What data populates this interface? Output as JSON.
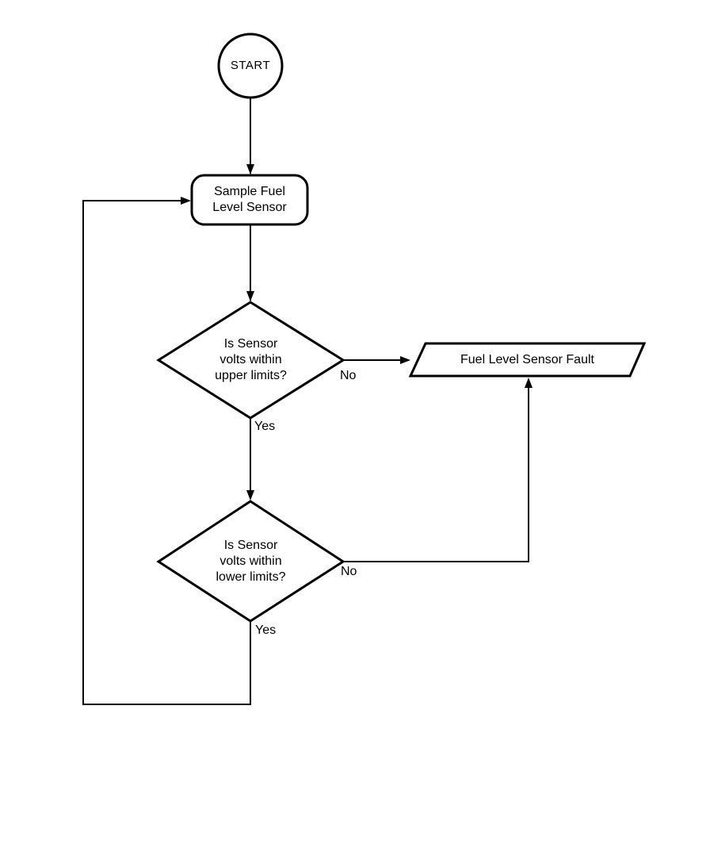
{
  "diagram": {
    "type": "flowchart",
    "background_color": "#ffffff",
    "stroke_color": "#000000",
    "nodes": {
      "start": {
        "shape": "circle-terminator",
        "label": "START"
      },
      "sample": {
        "shape": "rounded-process",
        "lines": [
          "Sample Fuel",
          "Level Sensor"
        ]
      },
      "upper_check": {
        "shape": "decision-diamond",
        "lines": [
          "Is Sensor",
          "volts within",
          "upper limits?"
        ]
      },
      "lower_check": {
        "shape": "decision-diamond",
        "lines": [
          "Is Sensor",
          "volts within",
          "lower limits?"
        ]
      },
      "fault": {
        "shape": "io-parallelogram",
        "label": "Fuel Level Sensor Fault"
      }
    },
    "edges": {
      "upper_no": {
        "label": "No"
      },
      "upper_yes": {
        "label": "Yes"
      },
      "lower_no": {
        "label": "No"
      },
      "lower_yes": {
        "label": "Yes"
      }
    }
  }
}
